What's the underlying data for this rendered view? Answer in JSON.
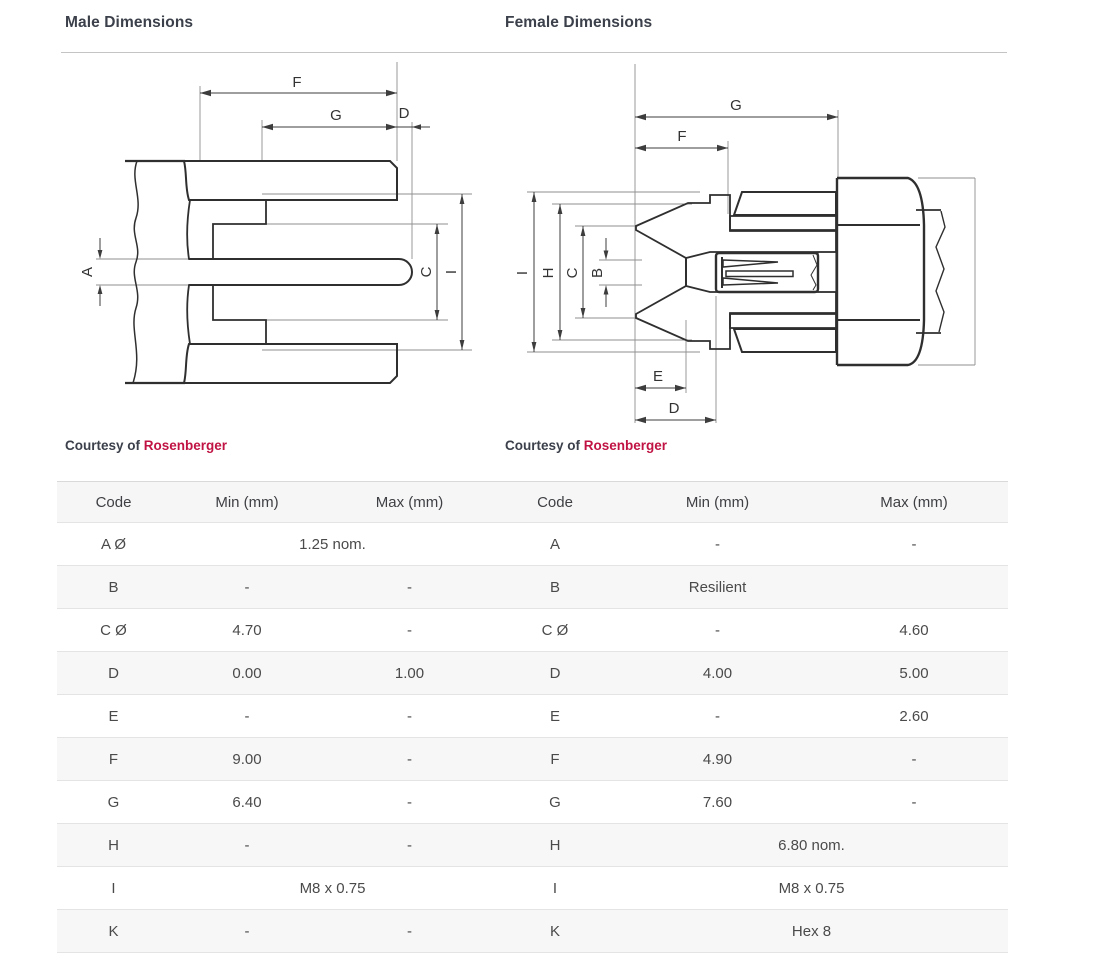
{
  "colors": {
    "accent_red": "#c01343",
    "heading": "#3b404a",
    "table_text": "#4a4a4a",
    "row_stripe": "#f7f7f8",
    "row_border": "#e4e4e4",
    "rule": "#c4c4c4",
    "drawing_line": "#2f2f2f"
  },
  "male": {
    "title": "Male Dimensions",
    "courtesy": {
      "prefix": "Courtesy of",
      "link": "Rosenberger"
    },
    "diagram": {
      "type": "connector-cross-section",
      "labels": {
        "f": "F",
        "g": "G",
        "d": "D",
        "a": "A",
        "c": "C",
        "i": "I"
      }
    },
    "table": {
      "headers": [
        "Code",
        "Min (mm)",
        "Max (mm)"
      ],
      "rows": [
        {
          "code": "A Ø",
          "cells": [
            {
              "text": "1.25 nom.",
              "span": 2
            }
          ]
        },
        {
          "code": "B",
          "cells": [
            {
              "text": "-"
            },
            {
              "text": "-"
            }
          ]
        },
        {
          "code": "C Ø",
          "cells": [
            {
              "text": "4.70"
            },
            {
              "text": "-"
            }
          ]
        },
        {
          "code": "D",
          "cells": [
            {
              "text": "0.00"
            },
            {
              "text": "1.00"
            }
          ]
        },
        {
          "code": "E",
          "cells": [
            {
              "text": "-"
            },
            {
              "text": "-"
            }
          ]
        },
        {
          "code": "F",
          "cells": [
            {
              "text": "9.00"
            },
            {
              "text": "-"
            }
          ]
        },
        {
          "code": "G",
          "cells": [
            {
              "text": "6.40"
            },
            {
              "text": "-"
            }
          ]
        },
        {
          "code": "H",
          "cells": [
            {
              "text": "-"
            },
            {
              "text": "-"
            }
          ]
        },
        {
          "code": "I",
          "cells": [
            {
              "text": "M8 x 0.75",
              "span": 2
            }
          ]
        },
        {
          "code": "K",
          "cells": [
            {
              "text": "-"
            },
            {
              "text": "-"
            }
          ]
        }
      ]
    }
  },
  "female": {
    "title": "Female Dimensions",
    "courtesy": {
      "prefix": "Courtesy of",
      "link": "Rosenberger"
    },
    "diagram": {
      "type": "connector-cross-section",
      "labels": {
        "g": "G",
        "f": "F",
        "i": "I",
        "h": "H",
        "c": "C",
        "b": "B",
        "e": "E",
        "d": "D"
      }
    },
    "table": {
      "headers": [
        "Code",
        "Min (mm)",
        "Max (mm)"
      ],
      "rows": [
        {
          "code": "A",
          "cells": [
            {
              "text": "-"
            },
            {
              "text": "-"
            }
          ]
        },
        {
          "code": "B",
          "cells": [
            {
              "text": "Resilient"
            },
            {
              "text": ""
            }
          ]
        },
        {
          "code": "C Ø",
          "cells": [
            {
              "text": "-"
            },
            {
              "text": "4.60"
            }
          ]
        },
        {
          "code": "D",
          "cells": [
            {
              "text": "4.00"
            },
            {
              "text": "5.00"
            }
          ]
        },
        {
          "code": "E",
          "cells": [
            {
              "text": "-"
            },
            {
              "text": "2.60"
            }
          ]
        },
        {
          "code": "F",
          "cells": [
            {
              "text": "4.90"
            },
            {
              "text": "-"
            }
          ]
        },
        {
          "code": "G",
          "cells": [
            {
              "text": "7.60"
            },
            {
              "text": "-"
            }
          ]
        },
        {
          "code": "H",
          "cells": [
            {
              "text": "6.80 nom.",
              "span": 2
            }
          ]
        },
        {
          "code": "I",
          "cells": [
            {
              "text": "M8 x 0.75",
              "span": 2
            }
          ]
        },
        {
          "code": "K",
          "cells": [
            {
              "text": "Hex 8",
              "span": 2
            }
          ]
        }
      ]
    }
  }
}
